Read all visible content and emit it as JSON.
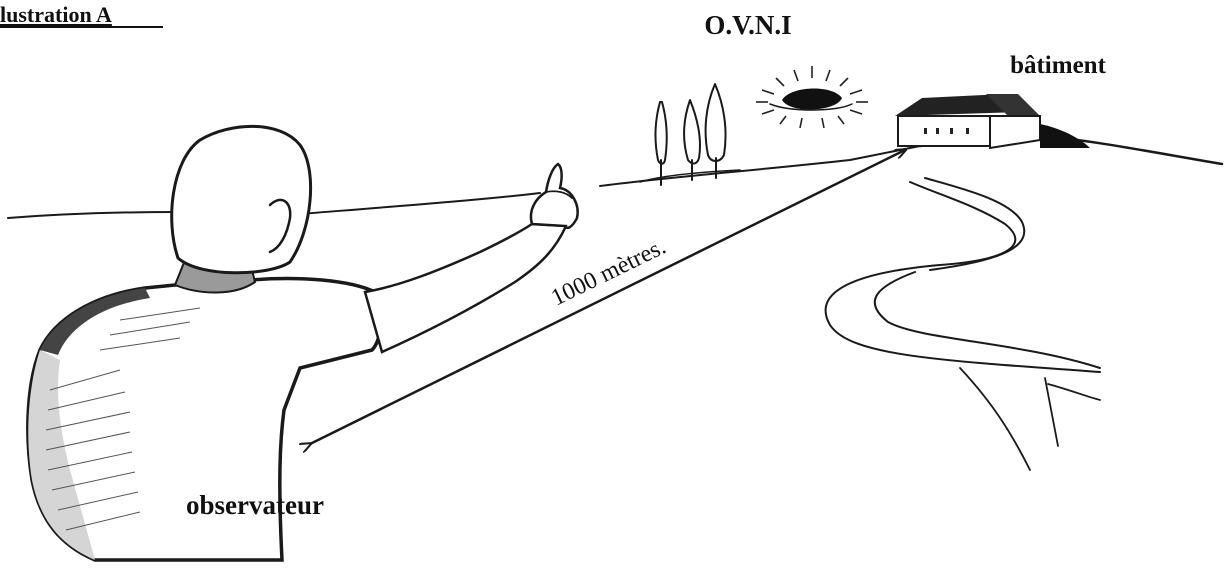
{
  "illustration": {
    "title": "lustration A",
    "labels": {
      "ufo": "O.V.N.I",
      "building": "bâtiment",
      "observer": "observateur",
      "distance": "1000 mètres."
    }
  }
}
